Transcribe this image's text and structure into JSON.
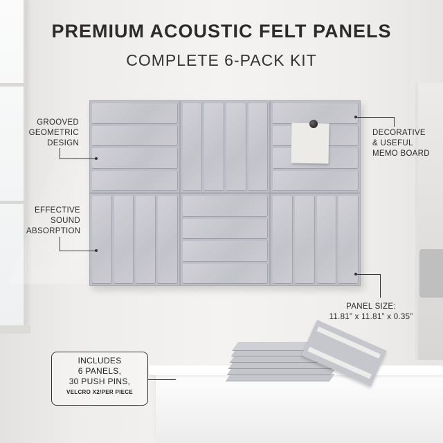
{
  "header": {
    "title": "PREMIUM ACOUSTIC FELT PANELS",
    "subtitle": "COMPLETE 6-PACK KIT"
  },
  "callouts": {
    "grooved": [
      "GROOVED",
      "GEOMETRIC",
      "DESIGN"
    ],
    "sound": [
      "EFFECTIVE",
      "SOUND",
      "ABSORPTION"
    ],
    "memo": [
      "DECORATIVE",
      "& USEFUL",
      "MEMO BOARD"
    ],
    "size": [
      "PANEL SIZE:",
      "11.81” x 11.81” x 0.35”"
    ]
  },
  "includes": {
    "lines": [
      "INCLUDES",
      "6 PANELS,",
      "30 PUSH PINS,"
    ],
    "fine_print": "VELCRO X2/PER PIECE"
  },
  "colors": {
    "felt": "#c3c3ca",
    "text": "#2b2b2b",
    "wall": "#f1f0ee"
  }
}
